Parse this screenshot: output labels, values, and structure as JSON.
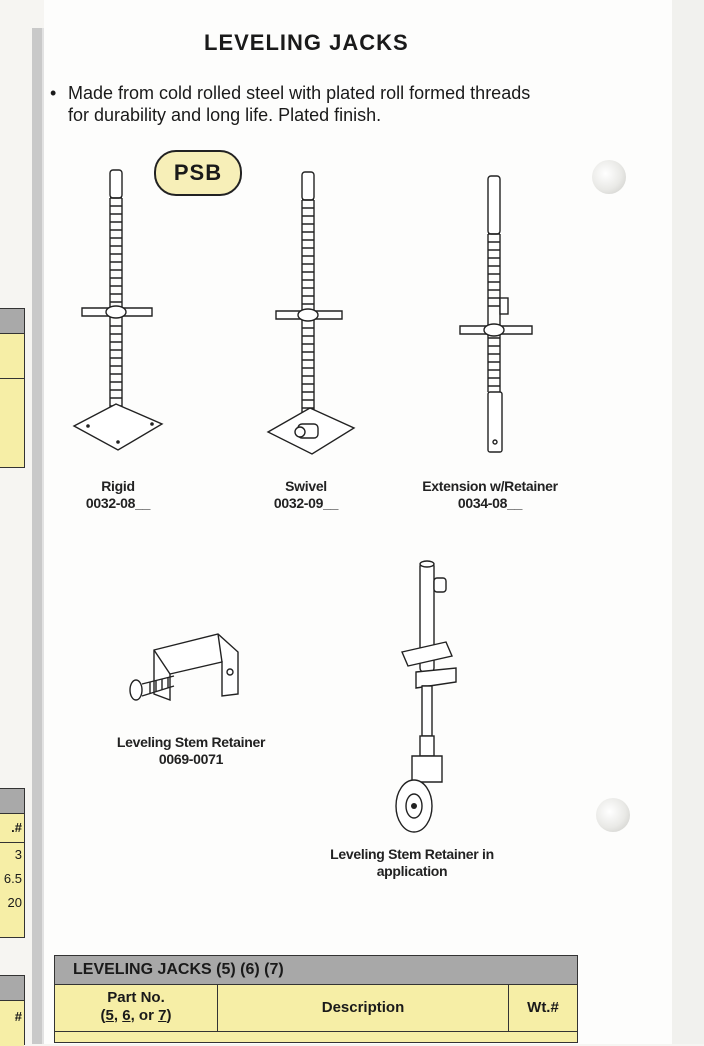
{
  "page": {
    "title": "LEVELING JACKS",
    "bullet": "Made from cold rolled steel with plated roll formed threads for durability and long life.  Plated finish.",
    "badge": "PSB"
  },
  "products": [
    {
      "name": "Rigid",
      "part": "0032-08__"
    },
    {
      "name": "Swivel",
      "part": "0032-09__"
    },
    {
      "name": "Extension w/Retainer",
      "part": "0034-08__"
    }
  ],
  "accessories": [
    {
      "name": "Leveling Stem Retainer",
      "part": "0069-0071"
    },
    {
      "name": "Leveling Stem Retainer in",
      "name2": "application"
    }
  ],
  "left_fragment": {
    "table2_header": ".#",
    "table2_values": [
      "3",
      "6.5",
      "20"
    ],
    "table3_header": "#"
  },
  "table": {
    "title": "LEVELING JACKS (5) (6) (7)",
    "col_part_line1": "Part No.",
    "col_part_line2_prefix": "(",
    "col_part_n1": "5",
    "col_part_sep1": ", ",
    "col_part_n2": "6",
    "col_part_sep2": ", or ",
    "col_part_n3": "7",
    "col_part_suffix": ")",
    "col_desc": "Description",
    "col_wt": "Wt.#"
  },
  "colors": {
    "header_gray": "#a8a8a8",
    "cell_yellow": "#f6eea6",
    "badge_fill": "#f7efb8"
  }
}
